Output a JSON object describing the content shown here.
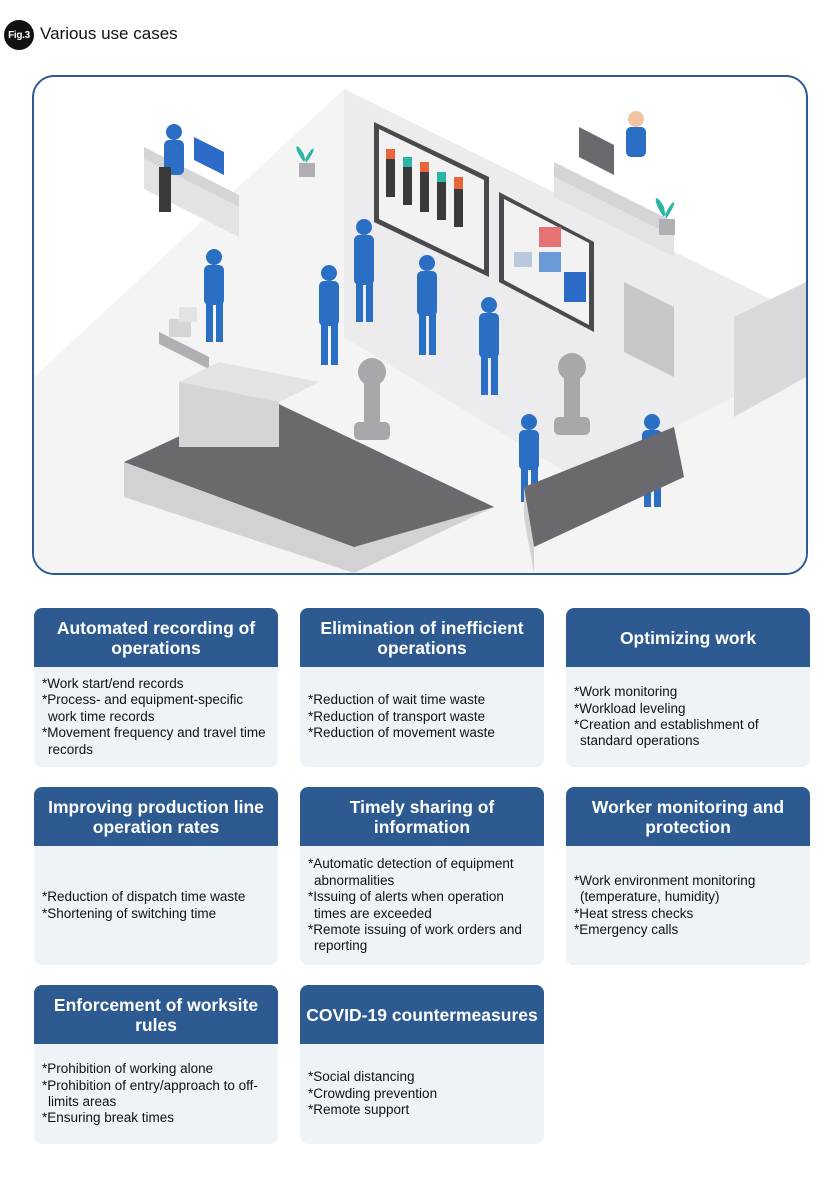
{
  "figure": {
    "tag": "Fig.3",
    "title": "Various use cases"
  },
  "cards": [
    {
      "title": "Automated recording of operations",
      "items": [
        "*Work start/end records",
        "*Process- and equipment-specific work time records",
        "*Movement frequency and travel time records"
      ]
    },
    {
      "title": "Elimination of inefficient operations",
      "items": [
        "*Reduction of wait time waste",
        "*Reduction of transport waste",
        "*Reduction of movement waste"
      ]
    },
    {
      "title": "Optimizing work",
      "items": [
        "*Work monitoring",
        "*Workload leveling",
        "*Creation and establishment of standard operations"
      ]
    },
    {
      "title": "Improving production line operation rates",
      "items": [
        "*Reduction of dispatch time waste",
        "*Shortening of switching time"
      ]
    },
    {
      "title": "Timely sharing of information",
      "items": [
        "*Automatic detection of equipment abnormalities",
        "*Issuing of alerts when operation times are exceeded",
        "*Remote issuing of work orders and reporting"
      ]
    },
    {
      "title": "Worker monitoring and protection",
      "items": [
        "*Work environment monitoring (temperature, humidity)",
        "*Heat stress checks",
        "*Emergency calls"
      ]
    },
    {
      "title": "Enforcement of worksite rules",
      "items": [
        "*Prohibition of working alone",
        "*Prohibition of entry/approach to off-limits areas",
        "*Ensuring break times"
      ]
    },
    {
      "title": "COVID-19 countermeasures",
      "items": [
        "*Social distancing",
        "*Crowding prevention",
        "*Remote support"
      ]
    }
  ],
  "colors": {
    "brand_blue": "#2d5a91",
    "card_bg": "#eef3f8",
    "worker_blue": "#2b6fc4"
  }
}
